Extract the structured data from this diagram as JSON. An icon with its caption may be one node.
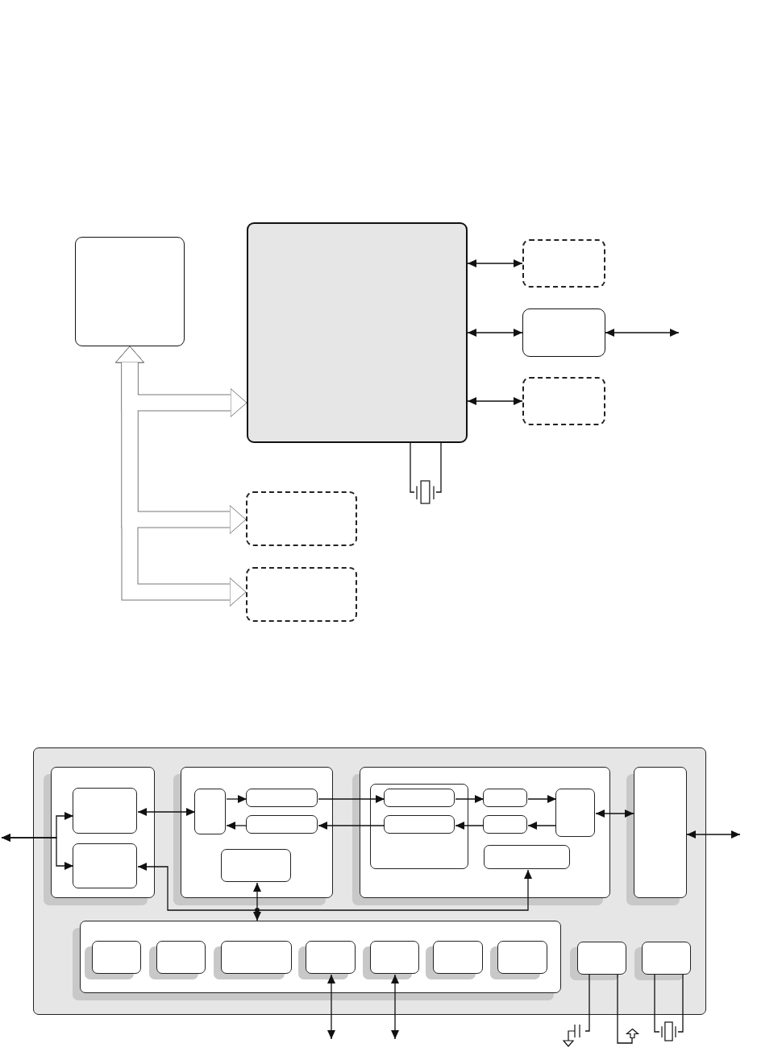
{
  "diagram": {
    "nodes": [
      {
        "text": [],
        "shape": "box"
      },
      {
        "text": [],
        "shape": "box"
      },
      {
        "text": [],
        "shape": "box"
      },
      {
        "text": [],
        "shape": "box"
      },
      {
        "text": [],
        "shape": "box"
      },
      {
        "text": [],
        "shape": "box"
      },
      {
        "text": [],
        "shape": "box"
      },
      {
        "text": [],
        "shape": "crystal"
      },
      {
        "text": [],
        "shape": "box"
      },
      {
        "text": [],
        "shape": "box",
        "in": 8
      },
      {
        "text": [],
        "shape": "box",
        "in": 9
      },
      {
        "text": [],
        "shape": "box",
        "in": 9
      },
      {
        "text": [],
        "shape": "box",
        "in": 8
      },
      {
        "text": [],
        "shape": "box",
        "in": 12
      },
      {
        "text": [],
        "shape": "box",
        "in": 12
      },
      {
        "text": [],
        "shape": "box",
        "in": 12
      },
      {
        "text": [],
        "shape": "box",
        "in": 12
      },
      {
        "text": [],
        "shape": "box",
        "in": 8
      },
      {
        "text": [],
        "shape": "box",
        "in": 17
      },
      {
        "text": [],
        "shape": "box",
        "in": 18
      },
      {
        "text": [],
        "shape": "box",
        "in": 18
      },
      {
        "text": [],
        "shape": "box",
        "in": 17
      },
      {
        "text": [],
        "shape": "box",
        "in": 17
      },
      {
        "text": [],
        "shape": "box",
        "in": 17
      },
      {
        "text": [],
        "shape": "box",
        "in": 17
      },
      {
        "text": [],
        "shape": "box",
        "in": 8
      },
      {
        "text": [],
        "shape": "box",
        "in": 8
      },
      {
        "text": [],
        "shape": "box",
        "in": 26
      },
      {
        "text": [],
        "shape": "box",
        "in": 26
      },
      {
        "text": [],
        "shape": "box",
        "in": 26
      },
      {
        "text": [],
        "shape": "box",
        "in": 26
      },
      {
        "text": [],
        "shape": "box",
        "in": 26
      },
      {
        "text": [],
        "shape": "box",
        "in": 26
      },
      {
        "text": [],
        "shape": "box",
        "in": 26
      },
      {
        "text": [],
        "shape": "box",
        "in": 8
      },
      {
        "text": [],
        "shape": "box",
        "in": 8
      },
      {
        "text": [],
        "shape": "capacitor"
      },
      {
        "text": [],
        "shape": "arrow"
      },
      {
        "text": [],
        "shape": "crystal"
      },
      {
        "text": [],
        "shape": "dot",
        "in": 8
      }
    ],
    "edges": [
      {
        "from": 0,
        "to": 1,
        "arrow": "both",
        "style": "thick",
        "color": "#777777"
      },
      {
        "from": 0,
        "to": 5,
        "arrow": "both",
        "style": "thick",
        "color": "#777777"
      },
      {
        "from": 0,
        "to": 6,
        "arrow": "both",
        "style": "thick",
        "color": "#777777"
      },
      {
        "from": 1,
        "to": 2,
        "arrow": "both"
      },
      {
        "from": 1,
        "to": 3,
        "arrow": "both"
      },
      {
        "from": 1,
        "to": 4,
        "arrow": "both"
      },
      {
        "from": 3,
        "to": null,
        "arrow": "both"
      },
      {
        "from": 1,
        "to": 7,
        "arrow": "none"
      },
      {
        "from": 1,
        "to": 7,
        "arrow": "none"
      },
      {
        "from": null,
        "to": 10,
        "arrow": "both"
      },
      {
        "from": null,
        "to": 11,
        "arrow": "both"
      },
      {
        "from": 10,
        "to": 13,
        "arrow": "both"
      },
      {
        "from": 13,
        "to": 14,
        "arrow": "to"
      },
      {
        "from": 15,
        "to": 13,
        "arrow": "to"
      },
      {
        "from": 14,
        "to": 19,
        "arrow": "to"
      },
      {
        "from": 20,
        "to": 15,
        "arrow": "to"
      },
      {
        "from": 19,
        "to": 21,
        "arrow": "to"
      },
      {
        "from": 21,
        "to": 23,
        "arrow": "to"
      },
      {
        "from": 23,
        "to": 22,
        "arrow": "to"
      },
      {
        "from": 22,
        "to": 20,
        "arrow": "to"
      },
      {
        "from": 23,
        "to": 25,
        "arrow": "both"
      },
      {
        "from": 25,
        "to": null,
        "arrow": "both"
      },
      {
        "from": 39,
        "to": 11,
        "arrow": "to"
      },
      {
        "from": 39,
        "to": 24,
        "arrow": "to"
      },
      {
        "from": 39,
        "to": 16,
        "arrow": "to"
      },
      {
        "from": 39,
        "to": 26,
        "arrow": "to"
      },
      {
        "from": 30,
        "to": null,
        "arrow": "both"
      },
      {
        "from": 31,
        "to": null,
        "arrow": "both"
      },
      {
        "from": 34,
        "to": 36,
        "arrow": "none"
      },
      {
        "from": 34,
        "to": 37,
        "arrow": "none"
      },
      {
        "from": 35,
        "to": 38,
        "arrow": "none"
      },
      {
        "from": 35,
        "to": 38,
        "arrow": "none"
      }
    ]
  }
}
